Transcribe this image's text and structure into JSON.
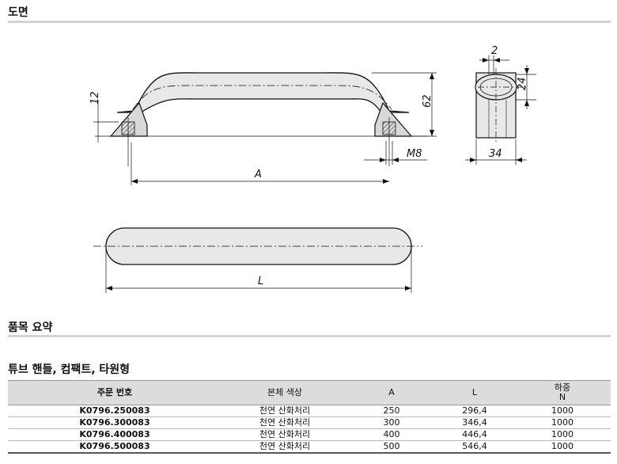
{
  "sections": {
    "drawing_title": "도면",
    "summary_title": "품목 요약",
    "product_title": "튜브 핸들, 컴팩트, 타원형"
  },
  "dimensions": {
    "a": "A",
    "l": "L",
    "h62": "62",
    "h12": "12",
    "m8": "M8",
    "w2": "2",
    "h24": "24",
    "w34": "34"
  },
  "table": {
    "headers": {
      "order": "주문 번호",
      "color": "본체 색상",
      "a": "A",
      "l": "L",
      "load_line1": "하중",
      "load_line2": "N"
    },
    "rows": [
      {
        "order": "K0796.250083",
        "color": "천연 산화처리",
        "a": "250",
        "l": "296,4",
        "load": "1000"
      },
      {
        "order": "K0796.300083",
        "color": "천연 산화처리",
        "a": "300",
        "l": "346,4",
        "load": "1000"
      },
      {
        "order": "K0796.400083",
        "color": "천연 산화처리",
        "a": "400",
        "l": "446,4",
        "load": "1000"
      },
      {
        "order": "K0796.500083",
        "color": "천연 산화처리",
        "a": "500",
        "l": "546,4",
        "load": "1000"
      }
    ]
  }
}
